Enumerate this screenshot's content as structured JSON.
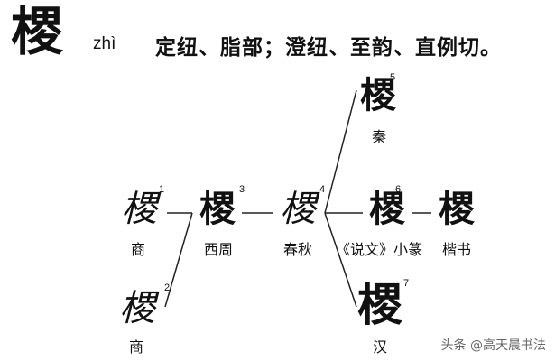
{
  "header": {
    "character": "㮨",
    "pinyin": "zhì",
    "fanqie": "定纽、脂部；澄纽、至韵、直例切。"
  },
  "stages": [
    {
      "id": "s1",
      "number": "1",
      "glyph": "㮨",
      "label": "商"
    },
    {
      "id": "s2",
      "number": "2",
      "glyph": "㮨",
      "label": "商"
    },
    {
      "id": "s3",
      "number": "3",
      "glyph": "㮨",
      "label": "西周"
    },
    {
      "id": "s4",
      "number": "4",
      "glyph": "㮨",
      "label": "春秋"
    },
    {
      "id": "s5",
      "number": "5",
      "glyph": "㮨",
      "label": "秦"
    },
    {
      "id": "s6",
      "number": "6",
      "glyph": "㮨",
      "label": "《说文》小篆"
    },
    {
      "id": "s7",
      "number": "7",
      "glyph": "㮨",
      "label": "汉"
    },
    {
      "id": "s8",
      "number": "",
      "glyph": "㮨",
      "label": "楷书"
    }
  ],
  "watermark": "头条 @高天晨书法"
}
